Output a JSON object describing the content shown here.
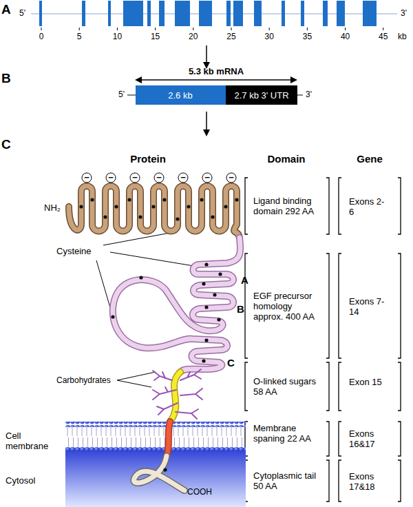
{
  "diagram": {
    "labels": [
      "A",
      "5'",
      "3'",
      "0",
      "5",
      "10",
      "15",
      "20",
      "25",
      "30",
      "35",
      "40",
      "45",
      "kb",
      "B",
      "5.3 kb mRNA",
      "5'",
      "2.6 kb",
      "2.7 kb 3' UTR",
      "3'",
      "C",
      "Protein",
      "Domain",
      "Gene",
      "Ligand binding domain 292 AA",
      "Exons 2-6",
      "EGF precursor homology approx. 400 AA",
      "Exons 7-14",
      "O-linked sugars 58 AA",
      "Exon 15",
      "Membrane spaning 22 AA",
      "Exons 16&17",
      "Cytoplasmic tail 50 AA",
      "Exons 17&18",
      "NH₂",
      "Cysteine",
      "A",
      "B",
      "C",
      "Carbohydrates",
      "Cell membrane",
      "Cytosol",
      "COOH",
      "−",
      "−",
      "−",
      "−",
      "−",
      "−",
      "−"
    ]
  }
}
